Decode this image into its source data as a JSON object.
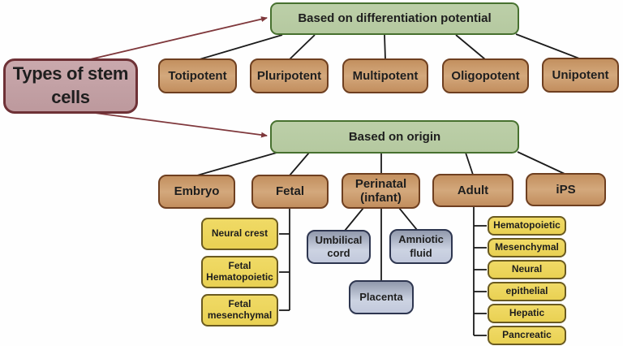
{
  "root": {
    "label": "Types of stem cells"
  },
  "potential": {
    "header": "Based on differentiation potential",
    "children": [
      "Totipotent",
      "Pluripotent",
      "Multipotent",
      "Oligopotent",
      "Unipotent"
    ]
  },
  "origin": {
    "header": "Based on origin",
    "children": [
      "Embryo",
      "Fetal",
      "Perinatal (infant)",
      "Adult",
      "iPS"
    ]
  },
  "fetal": {
    "children": [
      "Neural crest",
      "Fetal Hematopoietic",
      "Fetal mesenchymal"
    ]
  },
  "perinatal": {
    "children": [
      "Umbilical cord",
      "Amniotic fluid",
      "Placenta"
    ]
  },
  "adult": {
    "children": [
      "Hematopoietic",
      "Mesenchymal",
      "Neural",
      "epithelial",
      "Hepatic",
      "Pancreatic"
    ]
  },
  "colors": {
    "root_fill": "#c2a0a4",
    "root_border": "#6e3136",
    "green_fill": "#b8cca3",
    "green_border": "#47712f",
    "tan_fill": "#cb996d",
    "tan_border": "#6e3f20",
    "yellow_fill": "#ecd65c",
    "yellow_border": "#6a5a20",
    "blue_fill_top": "#9199ac",
    "blue_fill_bottom": "#ccd3e2",
    "blue_border": "#2e3650",
    "arrow": "#7f383c",
    "line": "#1b1b1b",
    "text": "#1e1e1e"
  }
}
